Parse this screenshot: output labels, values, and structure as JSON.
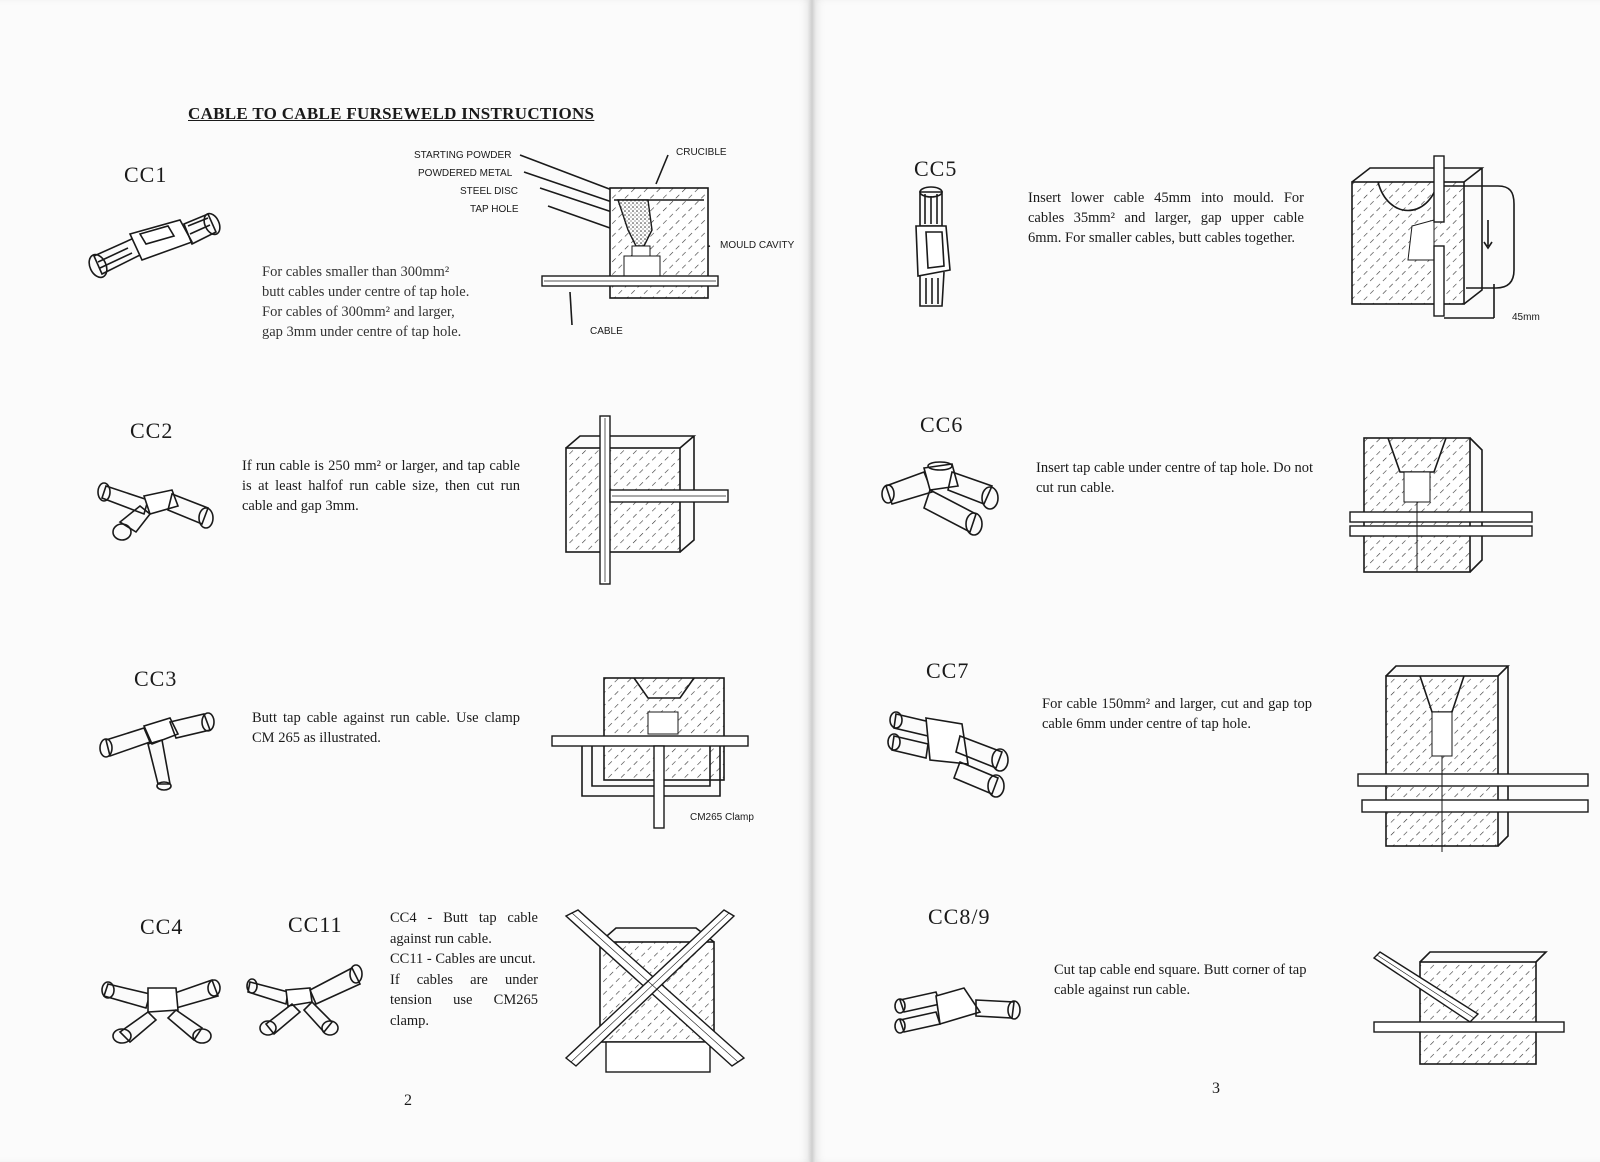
{
  "title": "CABLE TO CABLE FURSEWELD INSTRUCTIONS",
  "left_page": {
    "page_number": "2",
    "sections": [
      {
        "code": "CC1",
        "text": [
          "For cables smaller than 300mm²",
          "butt cables under centre of tap hole.",
          "For cables of 300mm² and larger,",
          "gap 3mm under centre of tap hole."
        ]
      },
      {
        "code": "CC2",
        "text": "If run cable is 250 mm² or larger, and tap cable is at least halfof run cable size, then cut run cable and gap 3mm."
      },
      {
        "code": "CC3",
        "text": "Butt tap cable against run cable. Use clamp CM 265 as illustrated."
      },
      {
        "code": "CC4",
        "code2": "CC11",
        "text": [
          "CC4 - Butt tap cable against run cable.",
          "CC11 - Cables are uncut.",
          "If cables are under tension use CM265 clamp."
        ]
      }
    ],
    "diagram_labels": {
      "starting_powder": "STARTING POWDER",
      "powdered_metal": "POWDERED METAL",
      "steel_disc": "STEEL DISC",
      "tap_hole": "TAP HOLE",
      "crucible": "CRUCIBLE",
      "mould_cavity": "MOULD CAVITY",
      "cable": "CABLE",
      "clamp": "CM265 Clamp"
    }
  },
  "right_page": {
    "page_number": "3",
    "sections": [
      {
        "code": "CC5",
        "text": "Insert lower cable 45mm into mould. For cables 35mm² and larger, gap upper cable 6mm. For smaller cables, butt cables together.",
        "dimension": "45mm"
      },
      {
        "code": "CC6",
        "text": "Insert tap cable under centre of tap hole. Do not cut run cable."
      },
      {
        "code": "CC7",
        "text": "For cable 150mm² and larger, cut and gap top cable 6mm under centre of tap hole."
      },
      {
        "code": "CC8/9",
        "text": "Cut tap cable end square. Butt corner of tap cable against run cable."
      }
    ]
  }
}
